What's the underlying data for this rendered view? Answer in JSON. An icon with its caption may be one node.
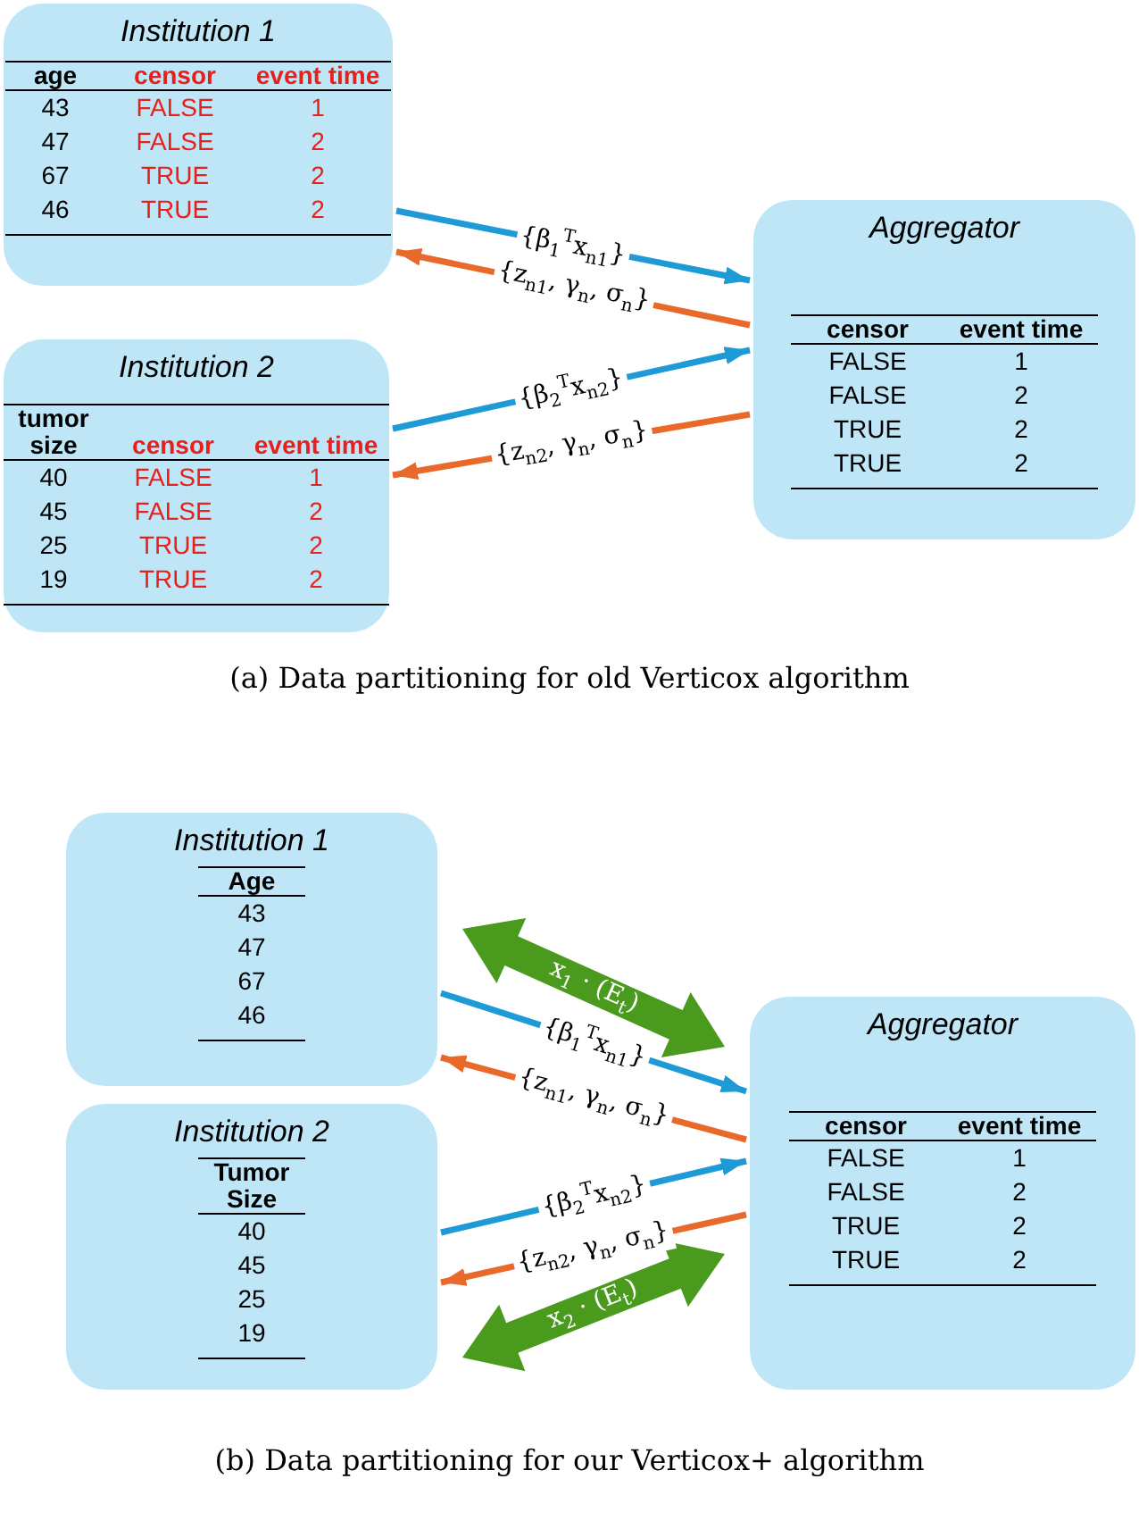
{
  "diagram": {
    "nodes": [
      {
        "text": [
          "Institution 1",
          "age",
          "censor",
          "event time",
          "43",
          "FALSE",
          "1",
          "47",
          "FALSE",
          "2",
          "67",
          "TRUE",
          "2",
          "46",
          "TRUE",
          "2"
        ]
      },
      {
        "text": [
          "Institution 2",
          "tumor size",
          "censor",
          "event time",
          "40",
          "FALSE",
          "1",
          "45",
          "FALSE",
          "2",
          "25",
          "TRUE",
          "2",
          "19",
          "TRUE",
          "2"
        ]
      },
      {
        "text": [
          "Aggregator",
          "censor",
          "event time",
          "FALSE",
          "1",
          "FALSE",
          "2",
          "TRUE",
          "2",
          "TRUE",
          "2"
        ]
      },
      {
        "text": [
          "Institution 1",
          "Age",
          "43",
          "47",
          "67",
          "46"
        ]
      },
      {
        "text": [
          "Institution 2",
          "Tumor Size",
          "40",
          "45",
          "25",
          "19"
        ]
      },
      {
        "text": [
          "Aggregator",
          "censor",
          "event time",
          "FALSE",
          "1",
          "FALSE",
          "2",
          "TRUE",
          "2",
          "TRUE",
          "2"
        ]
      }
    ],
    "edges": [
      {
        "from": 0,
        "to": 2,
        "arrow": "to",
        "label": "{β$_{1}$$^{T}$x$_{n1}$}",
        "color": "#1e9ad6"
      },
      {
        "from": 2,
        "to": 0,
        "arrow": "to",
        "label": "{z$_{n1}$, γ$_{n}$, σ$_{n}$}",
        "color": "#e8692a"
      },
      {
        "from": 1,
        "to": 2,
        "arrow": "to",
        "label": "{β$_{2}$$^{T}$x$_{n2}$}",
        "color": "#1e9ad6"
      },
      {
        "from": 2,
        "to": 1,
        "arrow": "to",
        "label": "{z$_{n2}$, γ$_{n}$, σ$_{n}$}",
        "color": "#e8692a"
      },
      {
        "from": 3,
        "to": 5,
        "arrow": "both",
        "label": "x$_{1}$ · (E$_{t}$)",
        "style": "thick",
        "color": "#4a9a1e"
      },
      {
        "from": 3,
        "to": 5,
        "arrow": "to",
        "label": "{β$_{1}$$^{T}$x$_{n1}$}",
        "color": "#1e9ad6"
      },
      {
        "from": 5,
        "to": 3,
        "arrow": "to",
        "label": "{z$_{n1}$, γ$_{n}$, σ$_{n}$}",
        "color": "#e8692a"
      },
      {
        "from": 4,
        "to": 5,
        "arrow": "to",
        "label": "{β$_{2}$$^{T}$x$_{n2}$}",
        "color": "#1e9ad6"
      },
      {
        "from": 5,
        "to": 4,
        "arrow": "to",
        "label": "{z$_{n2}$, γ$_{n}$, σ$_{n}$}",
        "color": "#e8692a"
      },
      {
        "from": 4,
        "to": 5,
        "arrow": "both",
        "label": "x$_{2}$ · (E$_{t}$)",
        "style": "thick",
        "color": "#4a9a1e"
      }
    ],
    "labels": [
      "(a) Data partitioning for old Verticox algorithm",
      "(b) Data partitioning for our Verticox+ algorithm"
    ]
  }
}
